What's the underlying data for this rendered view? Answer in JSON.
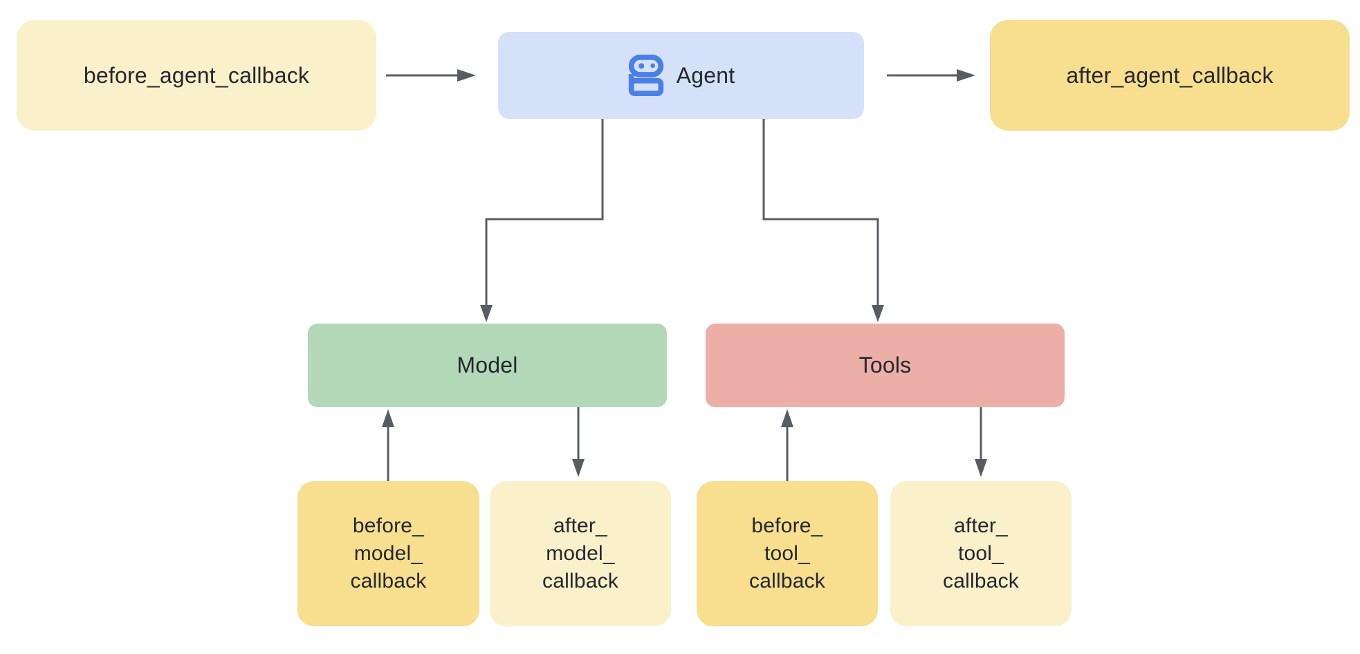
{
  "diagram": {
    "nodes": {
      "before_agent": {
        "label": "before_agent_callback"
      },
      "agent": {
        "label": "Agent",
        "icon": "robot-icon"
      },
      "after_agent": {
        "label": "after_agent_callback"
      },
      "model": {
        "label": "Model"
      },
      "tools": {
        "label": "Tools"
      },
      "before_model": {
        "label": "before_\nmodel_\ncallback"
      },
      "after_model": {
        "label": "after_\nmodel_\ncallback"
      },
      "before_tool": {
        "label": "before_\ntool_\ncallback"
      },
      "after_tool": {
        "label": "after_\ntool_\ncallback"
      }
    },
    "edges": [
      {
        "from": "before_agent_callback",
        "to": "Agent",
        "style": "straight-right"
      },
      {
        "from": "Agent",
        "to": "after_agent_callback",
        "style": "straight-right"
      },
      {
        "from": "Agent",
        "to": "Model",
        "style": "elbow-down"
      },
      {
        "from": "Agent",
        "to": "Tools",
        "style": "elbow-down"
      },
      {
        "from": "before_model_callback",
        "to": "Model",
        "style": "straight-up"
      },
      {
        "from": "Model",
        "to": "after_model_callback",
        "style": "straight-down"
      },
      {
        "from": "before_tool_callback",
        "to": "Tools",
        "style": "straight-up"
      },
      {
        "from": "Tools",
        "to": "after_tool_callback",
        "style": "straight-down"
      }
    ],
    "colors": {
      "pale_yellow": "#FAF0CA",
      "gold": "#F8DE8F",
      "agent_blue": "#D5E1F9",
      "icon_blue": "#4A7FE8",
      "green": "#B2D8B7",
      "salmon": "#ECAFA7",
      "connector": "#585D63",
      "text": "#23272D",
      "background": "#FFFFFF"
    }
  }
}
